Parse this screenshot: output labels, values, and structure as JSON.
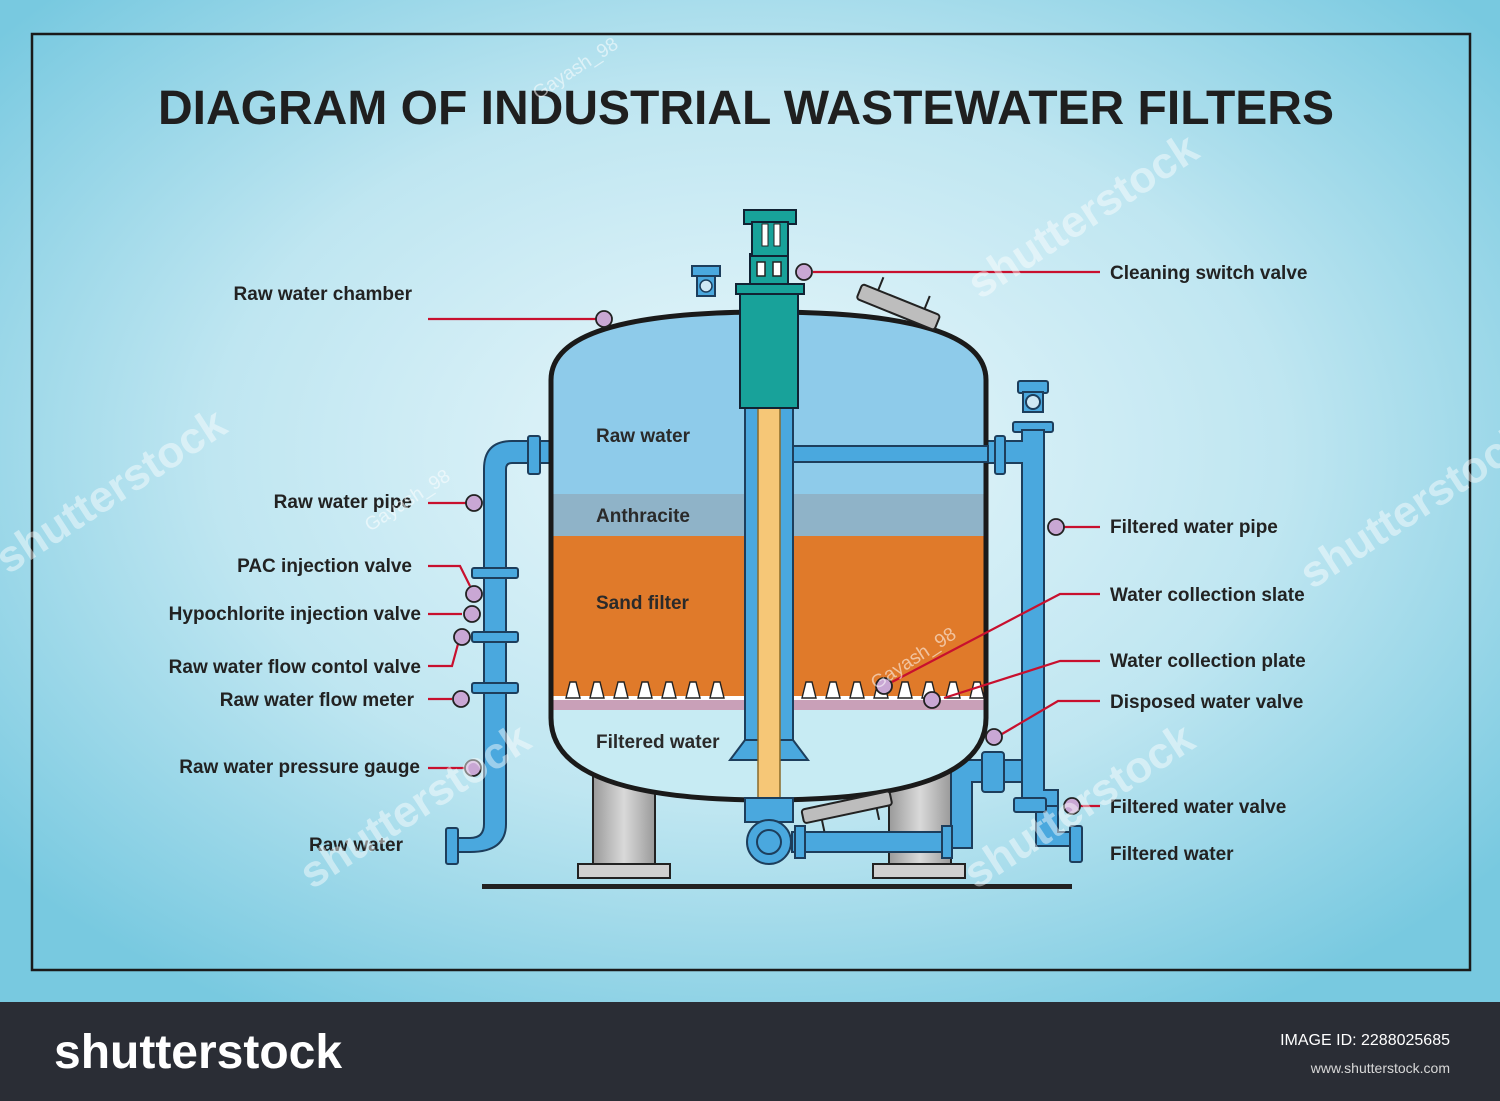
{
  "title": "DIAGRAM OF INDUSTRIAL WASTEWATER FILTERS",
  "colors": {
    "background": "#8fd3e6",
    "pipe": "#4aa8de",
    "raw_water_zone": "#8ecbea",
    "anthracite": "#8fb3c8",
    "sand_filter": "#e07a2a",
    "filtered_water_zone": "#c7ebf3",
    "central_column": "#18a29a",
    "leader_line": "#c8102e",
    "footer": "#2a2d35"
  },
  "inner_labels": {
    "raw_water": "Raw water",
    "anthracite": "Anthracite",
    "sand_filter": "Sand filter",
    "filtered_water": "Filtered water"
  },
  "left_labels": {
    "raw_water_chamber": "Raw water chamber",
    "raw_water_pipe": "Raw water pipe",
    "pac_injection_valve": "PAC injection valve",
    "hypochlorite_injection_valve": "Hypochlorite injection valve",
    "raw_water_flow_control_valve": "Raw water flow contol valve",
    "raw_water_flow_meter": "Raw water flow meter",
    "raw_water_pressure_gauge": "Raw water pressure gauge",
    "raw_water_inlet": "Raw water"
  },
  "right_labels": {
    "cleaning_switch_valve": "Cleaning switch valve",
    "filtered_water_pipe": "Filtered water pipe",
    "water_collection_slate": "Water collection slate",
    "water_collection_plate": "Water collection plate",
    "disposed_water_valve": "Disposed water valve",
    "filtered_water_valve": "Filtered water valve",
    "filtered_water_outlet": "Filtered water"
  },
  "watermark": {
    "brand": "shutterstock",
    "author": "Gayash_98"
  },
  "footer": {
    "brand": "shutterstock",
    "image_id": "IMAGE ID: 2288025685",
    "url": "www.shutterstock.com"
  }
}
